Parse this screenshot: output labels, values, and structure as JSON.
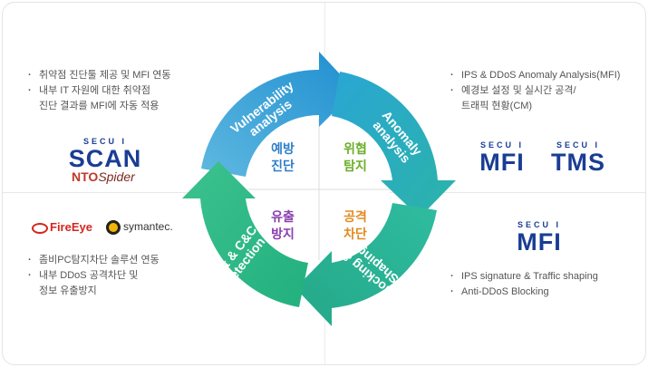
{
  "left_top": {
    "bullets": [
      {
        "lines": [
          "취약점 진단툴 제공 및 MFI 연동"
        ]
      },
      {
        "lines": [
          "내부 IT 자원에 대한 취약점",
          "진단 결과를 MFI에 자동 적용"
        ]
      }
    ],
    "logo_secui": "SECU I",
    "logo_product": "SCAN",
    "partner_a": "NTO",
    "partner_b": "Spider"
  },
  "right_top": {
    "bullets": [
      {
        "lines": [
          "IPS & DDoS Anomaly Analysis(MFI)"
        ]
      },
      {
        "lines": [
          "예경보 설정 및 실시간 공격/",
          "트래픽 현황(CM)"
        ]
      }
    ],
    "logos": [
      {
        "secui": "SECU I",
        "product": "MFI"
      },
      {
        "secui": "SECU I",
        "product": "TMS"
      }
    ]
  },
  "left_bottom": {
    "partners": [
      "FireEye",
      "symantec."
    ],
    "bullets": [
      {
        "lines": [
          "좀비PC탐지차단 솔루션 연동"
        ]
      },
      {
        "lines": [
          "내부 DDoS 공격차단 및",
          "정보 유출방지"
        ]
      }
    ]
  },
  "right_bottom": {
    "logo_secui": "SECU I",
    "logo_product": "MFI",
    "bullets": [
      {
        "lines": [
          "IPS signature & Traffic shaping"
        ]
      },
      {
        "lines": [
          "Anti-DDoS Blocking"
        ]
      }
    ]
  },
  "cycle": {
    "arrows": {
      "top_left": [
        "Vulnerability",
        "analysis"
      ],
      "top_right": [
        "Anomaly",
        "analysis"
      ],
      "bottom_right": [
        "Blocking &",
        "Shaping"
      ],
      "bottom_left": [
        "Bot & C&C",
        "detection"
      ]
    },
    "quadrants": {
      "tl": [
        "예방",
        "진단"
      ],
      "tr": [
        "위협",
        "탐지"
      ],
      "bl": [
        "유출",
        "방지"
      ],
      "br": [
        "공격",
        "차단"
      ]
    }
  },
  "colors": {
    "secui_blue": "#1a3d94",
    "quad_tl": "#2f7fc8",
    "quad_tr": "#6cae2a",
    "quad_bl": "#8a3fae",
    "quad_br": "#e38a1e"
  }
}
